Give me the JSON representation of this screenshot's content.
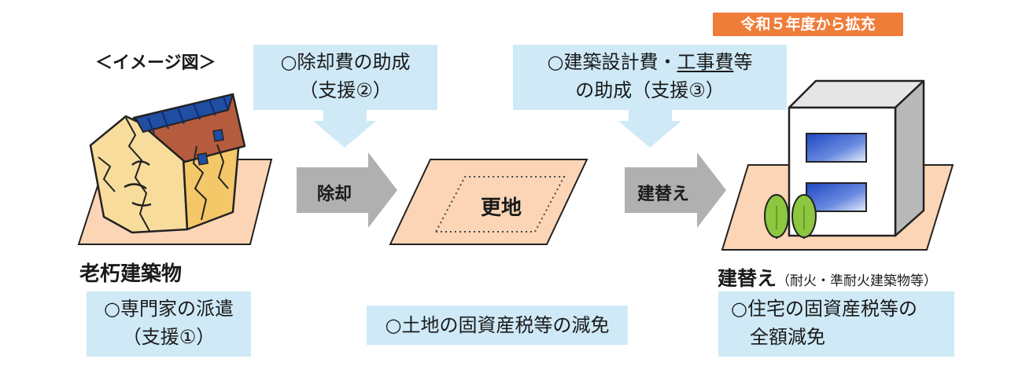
{
  "image_label": "＜イメージ図＞",
  "stage_old": {
    "caption": "老朽建築物",
    "support": [
      "○専門家の派遣",
      "（支援①）"
    ]
  },
  "demolition": {
    "subsidy": [
      "○除却費の助成",
      "（支援②）"
    ],
    "arrow_label": "除却"
  },
  "vacant_lot": {
    "label": "更地",
    "support": "○土地の固資産税等の減免"
  },
  "rebuild": {
    "badge": "令和５年度から拡充",
    "subsidy_line1_a": "○建築設計費・",
    "subsidy_line1_u": "工事費",
    "subsidy_line1_b": "等",
    "subsidy_line2": "の助成（支援③）",
    "arrow_label": "建替え"
  },
  "stage_new": {
    "caption": "建替え",
    "caption_note": "（耐火・準耐火建築物等）",
    "support": [
      "○住宅の固資産税等の",
      "全額減免"
    ]
  },
  "colors": {
    "blue_box": "#cfe9f7",
    "ground": "#fbd5b5",
    "arrow": "#b0b0b0",
    "badge": "#ef7d3a",
    "roof": "#b55c3e",
    "tiles": "#1f4ea3",
    "wall": "#f8dc9c"
  },
  "icons": {
    "old_house": "cracked-house-illustration",
    "new_building": "concrete-building-illustration",
    "trees": "tree-icon"
  }
}
